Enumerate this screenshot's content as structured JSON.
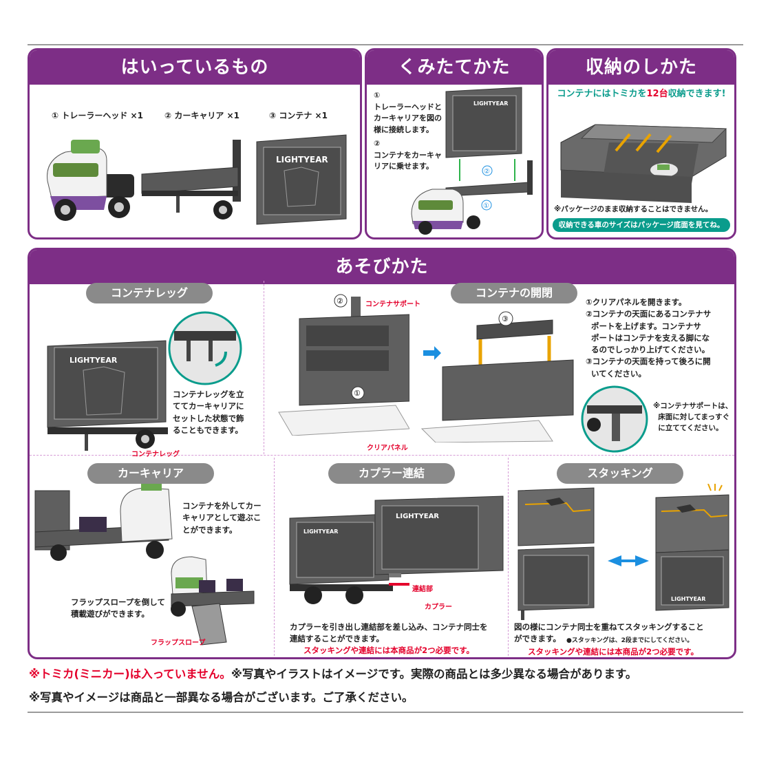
{
  "contents": {
    "title": "はいっているもの",
    "items": [
      "① トレーラーヘッド ×1",
      "② カーキャリア ×1",
      "③ コンテナ ×1"
    ]
  },
  "assembly": {
    "title": "くみたてかた",
    "step1": "①\nトレーラーヘッドと\nカーキャリアを図の\n様に接続します。",
    "step2": "②\nコンテナをカーキャ\nリアに乗せます。",
    "marker1": "①",
    "marker2": "②"
  },
  "storage": {
    "title": "収納のしかた",
    "banner_pre": "コンテナにはトミカを",
    "banner_num": "12台",
    "banner_post": "収納できます!",
    "note": "※パッケージのまま収納することはできません。",
    "size_note": "収納できる車のサイズはパッケージ底面を見てね。"
  },
  "play": {
    "title": "あそびかた",
    "container_leg": {
      "pill": "コンテナレッグ",
      "desc": "コンテナレッグを立\nててカーキャリアに\nセットした状態で飾\nることもできます。",
      "label": "コンテナレッグ"
    },
    "container_open": {
      "pill": "コンテナの開閉",
      "support_label": "コンテナサポート",
      "panel_label": "クリアパネル",
      "steps": "①クリアパネルを開きます。\n②コンテナの天面にあるコンテナサ\n  ポートを上げます。コンテナサ\n  ポートはコンテナを支える脚にな\n  るのでしっかり上げてください。\n③コンテナの天面を持って後ろに開\n  いてください。",
      "note": "※コンテナサポートは、\n  床面に対してまっすぐ\n  に立ててください。",
      "m1": "①",
      "m2": "②",
      "m3": "③"
    },
    "car_carrier": {
      "pill": "カーキャリア",
      "desc1": "コンテナを外してカー\nキャリアとして遊ぶこ\nとができます。",
      "desc2": "フラップスロープを倒して\n積載遊びができます。",
      "label": "フラップスロープ"
    },
    "coupler": {
      "pill": "カプラー連結",
      "part_label": "連結部",
      "coupler_label": "カプラー",
      "desc": "カプラーを引き出し連結部を差し込み、コンテナ同士を\n連結することができます。",
      "warn": "スタッキングや連結には本商品が2つ必要です。"
    },
    "stacking": {
      "pill": "スタッキング",
      "desc": "図の様にコンテナ同士を重ねてスタッキングすること\nができます。",
      "small_note": "●スタッキングは、2段までにしてください。",
      "warn": "スタッキングや連結には本商品が2つ必要です。"
    }
  },
  "footer": {
    "line1_red": "※トミカ(ミニカー)は入っていません。",
    "line1_rest": "※写真やイラストはイメージです。実際の商品とは多少異なる場合があります。",
    "line2": "※写真やイメージは商品と一部異なる場合がございます。ご了承ください。"
  },
  "product_logo": "LIGHTYEAR",
  "colors": {
    "panel_purple": "#7d2e86",
    "container_gray": "#5f5f5f",
    "pill_gray": "#8a8a8a",
    "warning_red": "#e4002b",
    "accent_teal": "#0a9c8c",
    "arrow_blue": "#1b8fe0"
  }
}
